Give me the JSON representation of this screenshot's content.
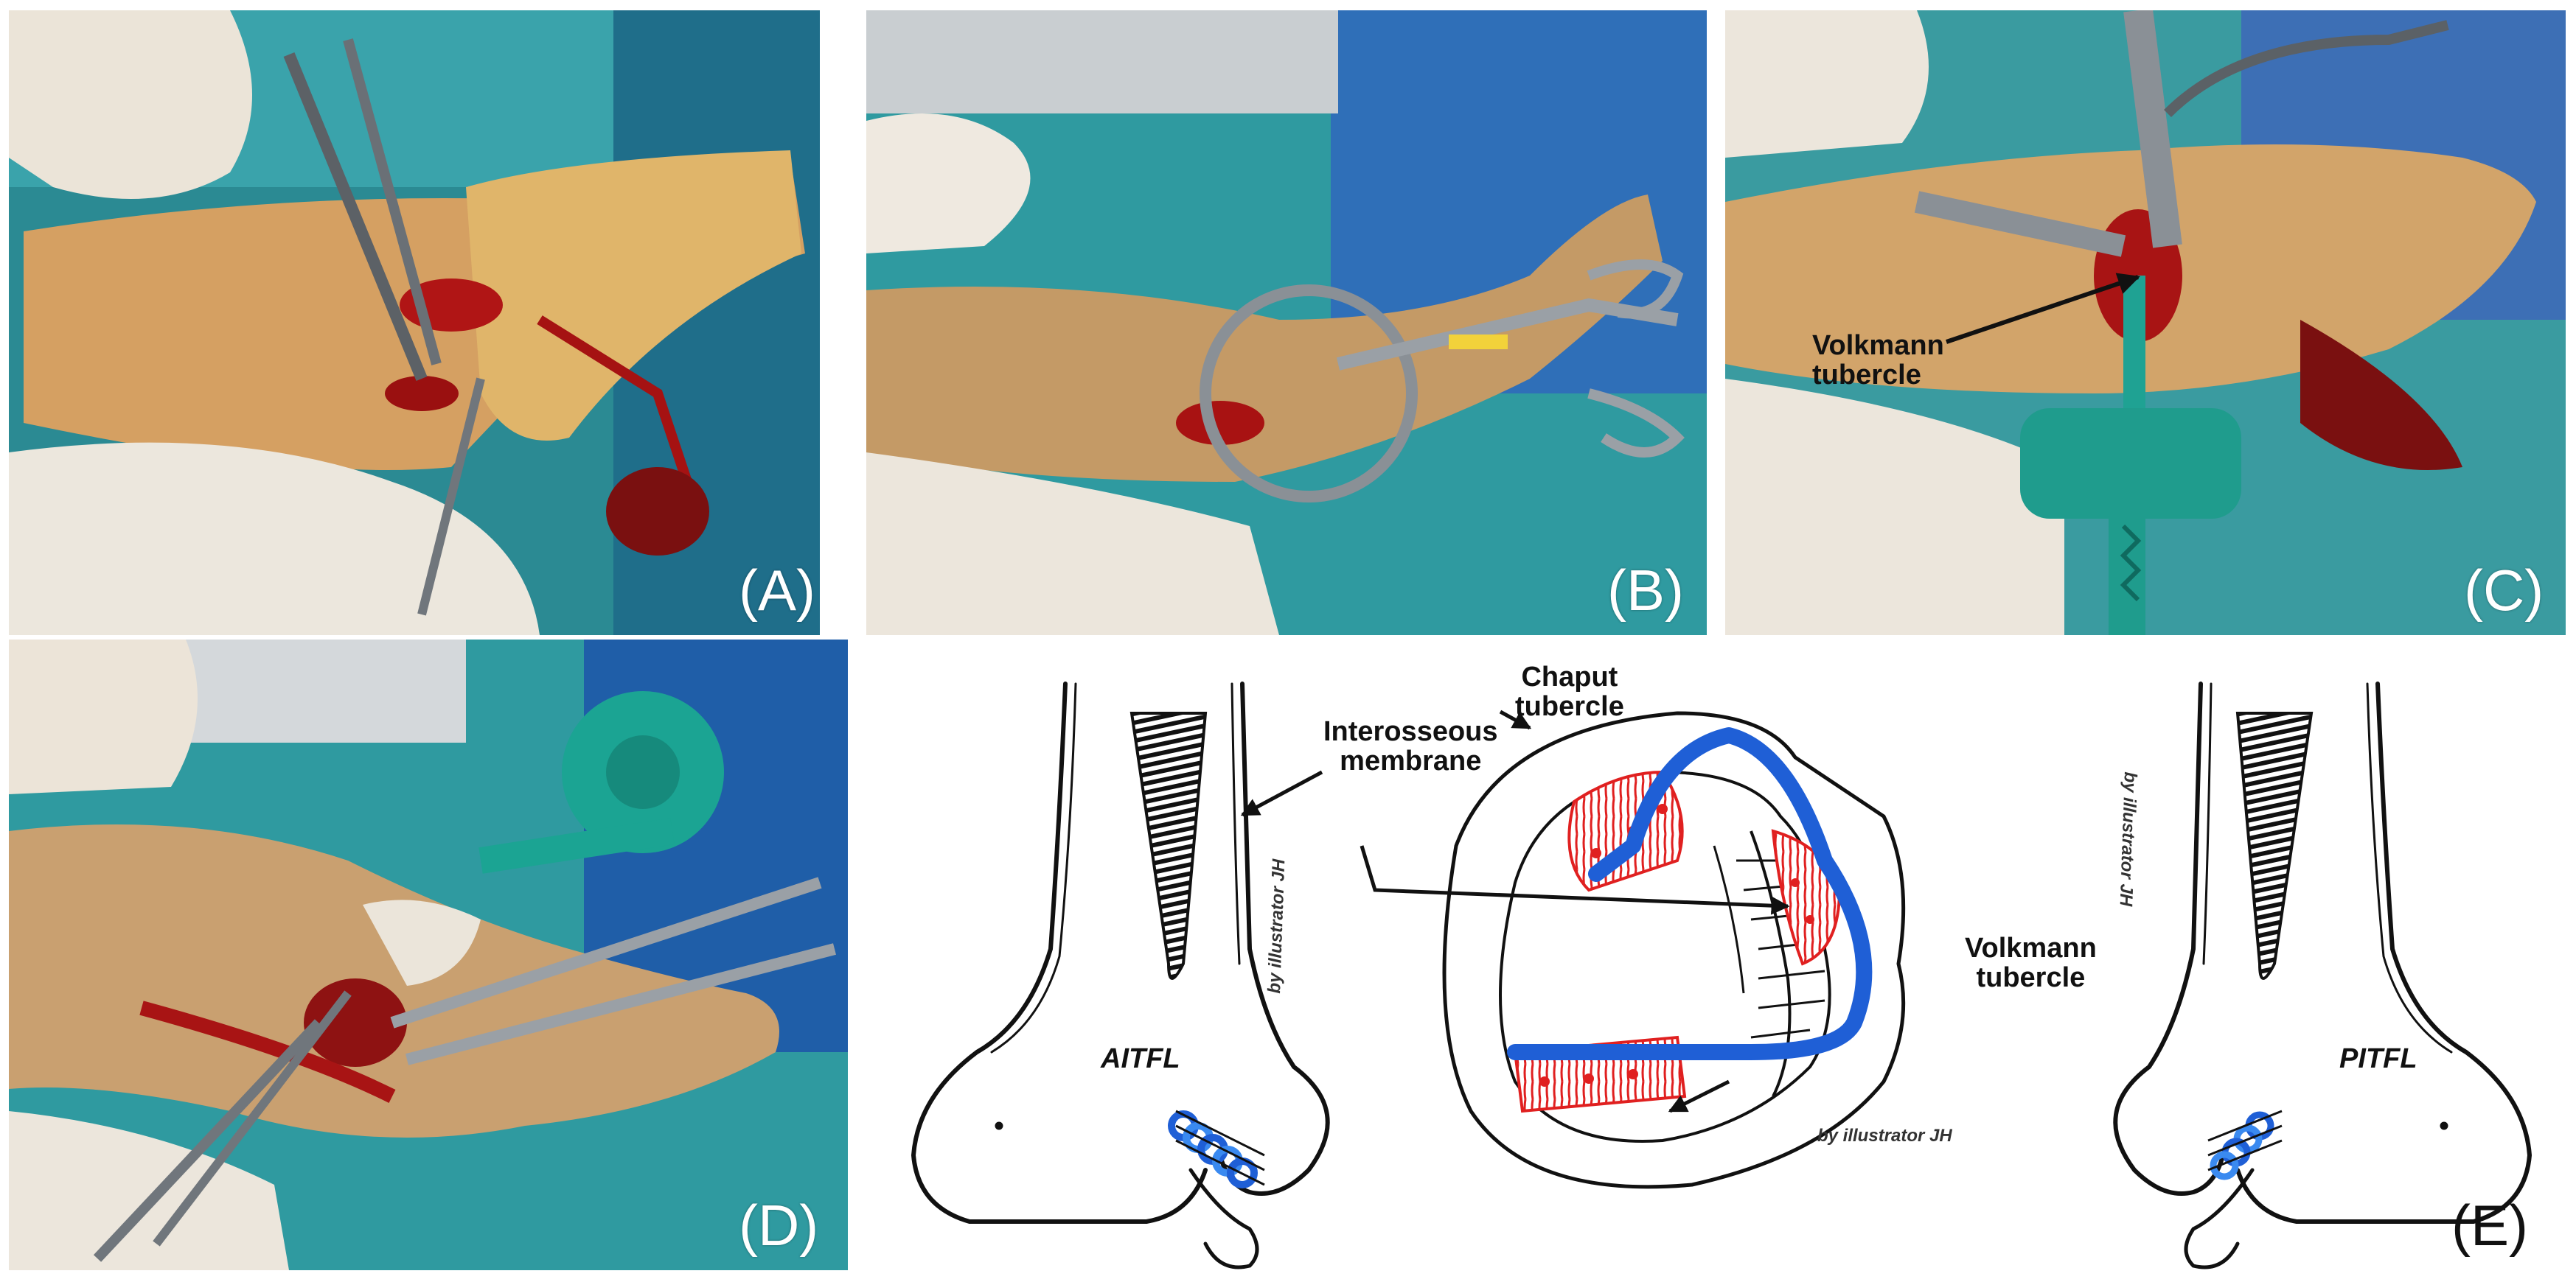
{
  "panels": [
    {
      "id": "A",
      "label": "(A)"
    },
    {
      "id": "B",
      "label": "(B)"
    },
    {
      "id": "C",
      "label": "(C)",
      "annotation": "Volkmann\ntubercle"
    },
    {
      "id": "D",
      "label": "(D)"
    },
    {
      "id": "E",
      "label": "(E)"
    }
  ],
  "drawing": {
    "aitfl": "AITFL",
    "pitfl": "PITFL",
    "interosseous_membrane": "Interosseous\nmembrane",
    "chaput_tubercle": "Chaput\ntubercle",
    "volkmann_tubercle": "Volkmann\ntubercle",
    "credit_left": "by illustrator JH",
    "credit_center": "by illustrator JH",
    "credit_right": "by illustrator JH"
  },
  "colors": {
    "drape_teal": "#2f9aa0",
    "blood": "#b01515",
    "skin": "#d9a86a",
    "glove": "#e9e2d6",
    "ligament_blue": "#1f5fd6",
    "ligament_red": "#e02020"
  }
}
